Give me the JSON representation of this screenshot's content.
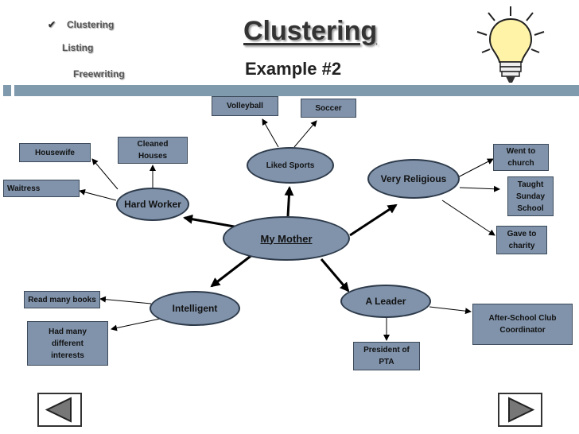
{
  "nav": {
    "check": "✔",
    "item1": "Clustering",
    "item2": "Listing",
    "item3": "Freewriting"
  },
  "title": "Clustering",
  "subtitle": "Example #2",
  "icons": {
    "bulb": "lightbulb-icon",
    "prev": "triangle-left-icon",
    "next": "triangle-right-icon"
  },
  "colors": {
    "node": "#8093ab",
    "bar": "#7f99ad"
  },
  "center": "My Mother",
  "nodes": {
    "hard_worker": "Hard Worker",
    "liked_sports": "Liked Sports",
    "very_religious": "Very Religious",
    "intelligent": "Intelligent",
    "a_leader": "A Leader"
  },
  "leaves": {
    "volleyball": "Volleyball",
    "soccer": "Soccer",
    "cleaned_houses": "Cleaned Houses",
    "housewife": "Housewife",
    "waitress": "Waitress",
    "went_to_church": "Went to church",
    "taught_sunday_school": "Taught Sunday School",
    "gave_to_charity": "Gave to charity",
    "read_many_books": "Read many books",
    "had_many_interests": "Had many different interests",
    "after_school_club": "After-School Club Coordinator",
    "president_pta": "President of PTA"
  }
}
